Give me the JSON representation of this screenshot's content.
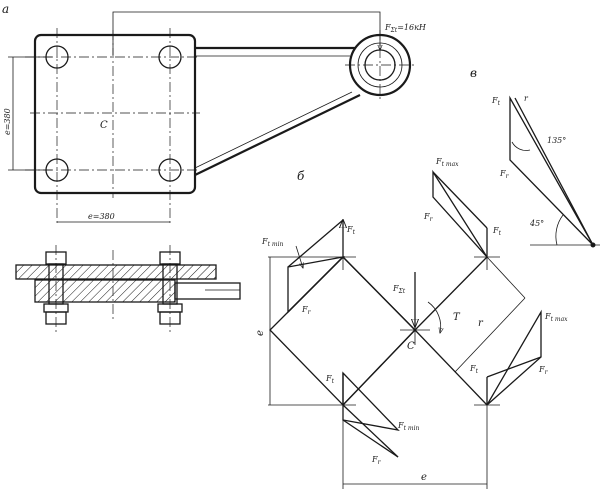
{
  "panels": {
    "a": "а",
    "b": "б",
    "v": "в"
  },
  "view_a": {
    "force_label": "F",
    "force_sub": "Σt",
    "force_value": "=16кН",
    "dim_e_vertical": "e=380",
    "dim_e_horizontal": "e=380",
    "center": "C"
  },
  "view_b": {
    "Ft": "F",
    "Ft_sub": "t",
    "Fr": "F",
    "Fr_sub": "r",
    "Ft_min": "F",
    "Ft_min_sub": "t min",
    "Ft_max": "F",
    "Ft_max_sub": "t max",
    "FSt": "F",
    "FSt_sub": "Σt",
    "torque": "T",
    "r": "r",
    "center": "C",
    "e_vertical": "e",
    "e_horizontal": "e"
  },
  "view_v": {
    "Ft": "F",
    "Ft_sub": "t",
    "Fr": "F",
    "Fr_sub": "r",
    "r_mark": "r",
    "angle_135": "135°",
    "angle_45": "45°"
  }
}
